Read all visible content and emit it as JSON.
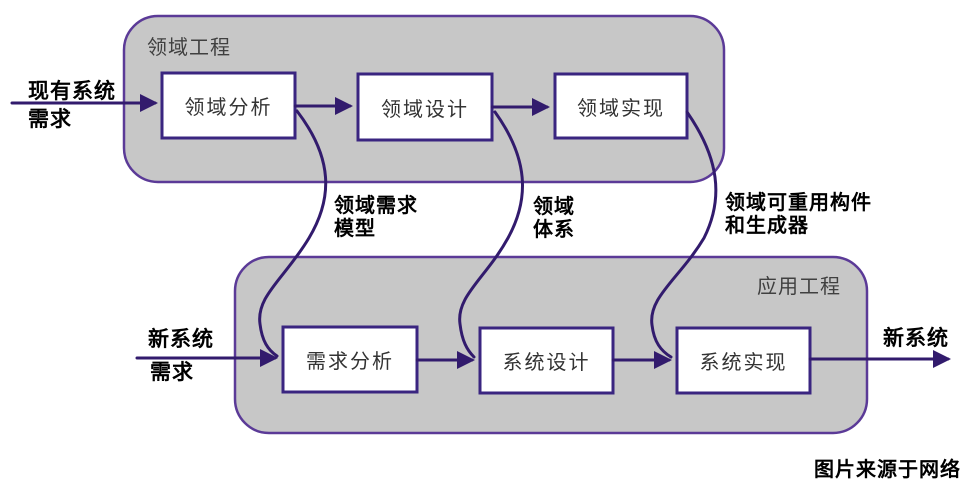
{
  "colors": {
    "line": "#321b6d",
    "box_border": "#3a2580",
    "container_fill": "#c7c7c7",
    "container_border": "#5b3a97",
    "label_text": "#000000",
    "title_text": "#404040",
    "box_text": "#333333"
  },
  "containers": {
    "domain": {
      "title": "领域工程"
    },
    "application": {
      "title": "应用工程"
    }
  },
  "domain_boxes": [
    "领域分析",
    "领域设计",
    "领域实现"
  ],
  "application_boxes": [
    "需求分析",
    "系统设计",
    "系统实现"
  ],
  "inputs": {
    "existing_system": {
      "line1": "现有系统",
      "line2": "需求"
    },
    "new_system": {
      "line1": "新系统",
      "line2": "需求"
    }
  },
  "output": {
    "label": "新系统"
  },
  "artifacts": [
    {
      "line1": "领域需求",
      "line2": "模型"
    },
    {
      "line1": "领域",
      "line2": "体系"
    },
    {
      "line1": "领域可重用构件",
      "line2": "和生成器"
    }
  ],
  "caption": "图片来源于网络"
}
